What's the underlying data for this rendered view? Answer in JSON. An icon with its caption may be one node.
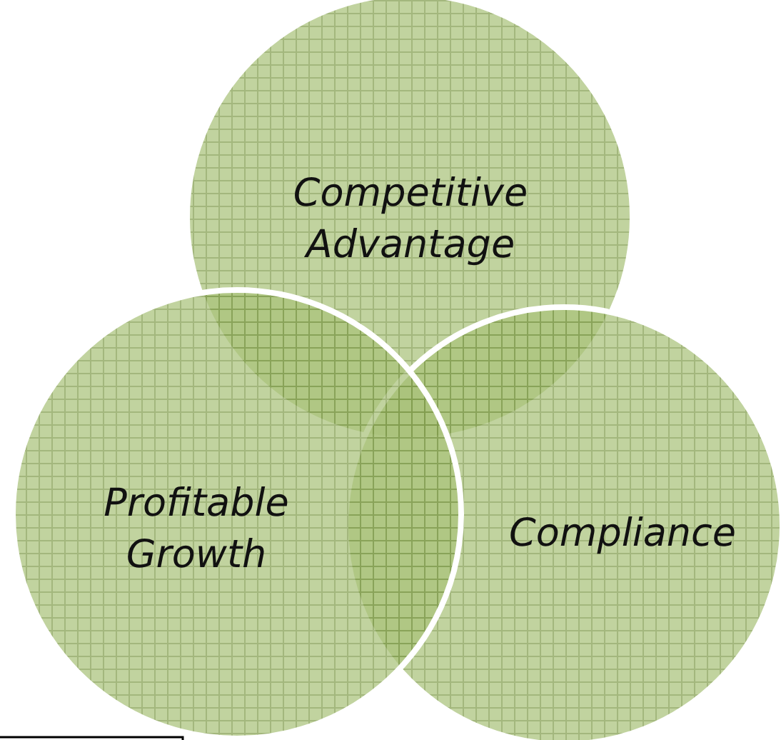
{
  "diagram": {
    "nodes": [
      {
        "text": [
          "Competitive Advantage"
        ]
      },
      {
        "text": [
          "Profitable Growth"
        ]
      },
      {
        "text": [
          "Compliance"
        ]
      }
    ]
  }
}
